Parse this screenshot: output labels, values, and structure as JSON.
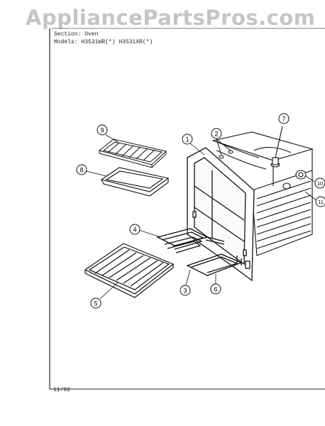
{
  "watermark": "AppliancePartsPros.com",
  "header": {
    "section": "Section: Oven",
    "models": "Models: H3531WR(*)  H3531XR(*)"
  },
  "callouts": [
    "1",
    "2",
    "3",
    "4",
    "5",
    "6",
    "7",
    "8",
    "9",
    "10",
    "11"
  ],
  "footer": {
    "date": "11/92"
  }
}
